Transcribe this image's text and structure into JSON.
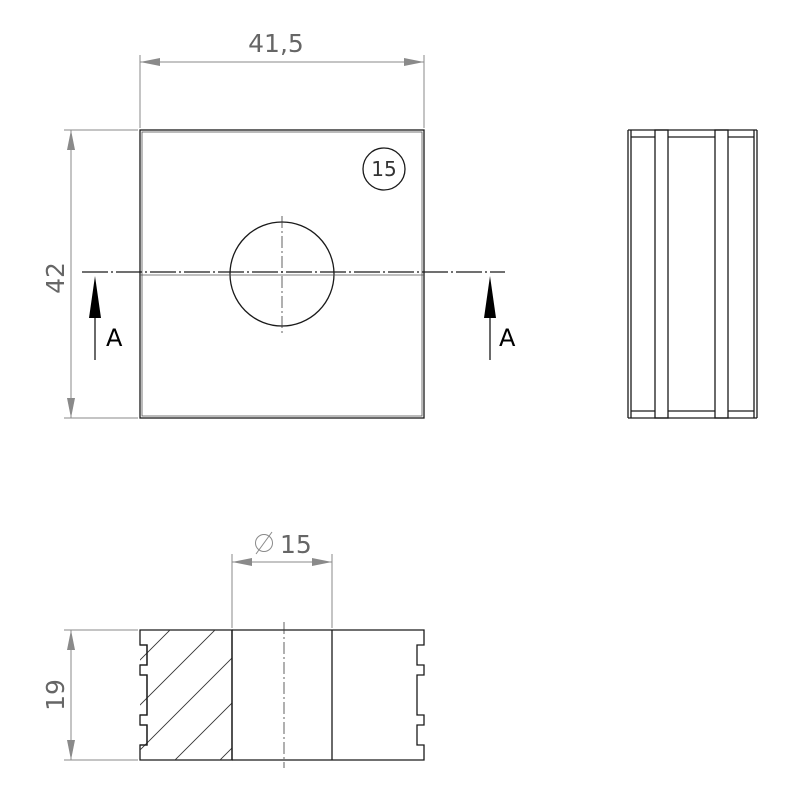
{
  "dimensions": {
    "width": "41,5",
    "height": "42",
    "diameter": "15",
    "thickness": "19"
  },
  "section": {
    "left_label": "A",
    "right_label": "A"
  },
  "badge": {
    "text": "15"
  },
  "symbols": {
    "diameter_symbol": "diameter-symbol"
  },
  "colors": {
    "line": "#1a1a1a",
    "dimension": "#8a8a8a",
    "text": "#666666"
  }
}
